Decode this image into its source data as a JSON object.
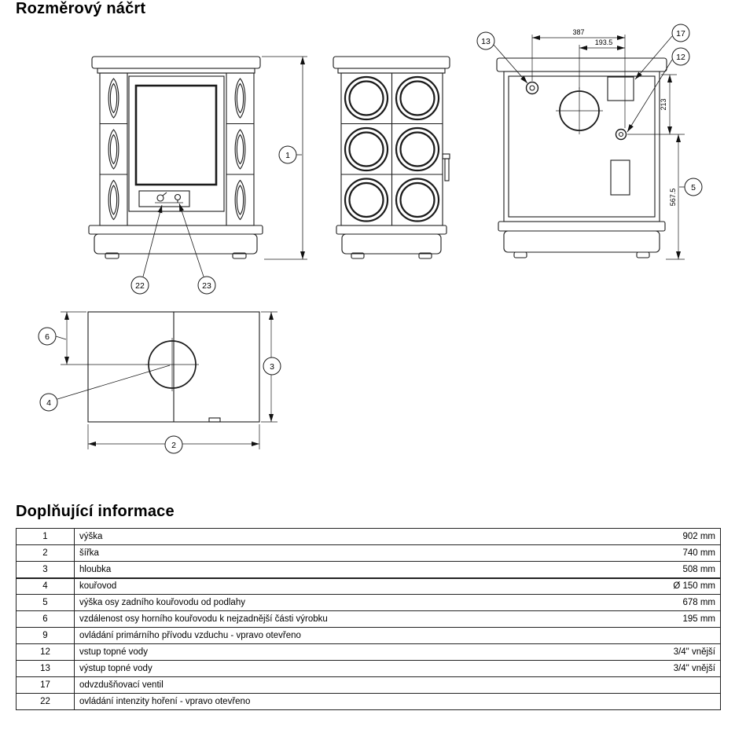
{
  "page": {
    "title": "Rozměrový náčrt",
    "section2_title": "Doplňující informace"
  },
  "drawing": {
    "balloons": {
      "b1": "1",
      "b2": "2",
      "b3": "3",
      "b4": "4",
      "b5": "5",
      "b6": "6",
      "b12": "12",
      "b13": "13",
      "b17": "17",
      "b22": "22",
      "b23": "23"
    },
    "dims": {
      "d387": "387",
      "d1935": "193.5",
      "d213": "213",
      "d5675": "567.5"
    }
  },
  "table": {
    "rows": [
      {
        "num": "1",
        "desc": "výška",
        "val": "902 mm"
      },
      {
        "num": "2",
        "desc": "šířka",
        "val": "740 mm"
      },
      {
        "num": "3",
        "desc": "hloubka",
        "val": "508 mm"
      },
      {
        "num": "4",
        "desc": "kouřovod",
        "val": "Ø 150 mm"
      },
      {
        "num": "5",
        "desc": "výška osy zadního kouřovodu od podlahy",
        "val": "678 mm"
      },
      {
        "num": "6",
        "desc": "vzdálenost osy horního kouřovodu k nejzadnější části výrobku",
        "val": "195 mm"
      },
      {
        "num": "9",
        "desc": "ovládání primárního přívodu vzduchu - vpravo otevřeno",
        "val": ""
      },
      {
        "num": "12",
        "desc": "vstup topné vody",
        "val": "3/4\" vnější"
      },
      {
        "num": "13",
        "desc": "výstup topné vody",
        "val": "3/4\" vnější"
      },
      {
        "num": "17",
        "desc": "odvzdušňovací ventil",
        "val": ""
      },
      {
        "num": "22",
        "desc": "ovládání intenzity hoření - vpravo otevřeno",
        "val": ""
      }
    ]
  }
}
